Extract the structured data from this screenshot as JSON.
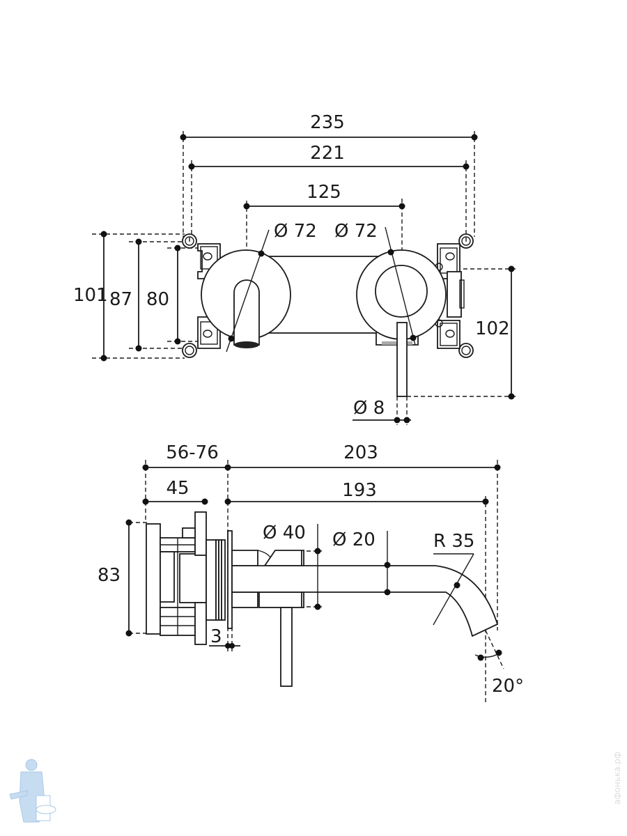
{
  "drawing": {
    "title": "Wall-mounted basin mixer dimension drawing",
    "top_view": {
      "dimensions": {
        "overall_width": "235",
        "mount_hole_spacing": "221",
        "center_distance": "125",
        "diameter_left_rosette": "Ø 72",
        "diameter_right_rosette": "Ø 72",
        "height_outer": "101",
        "height_middle": "87",
        "height_inner": "80",
        "lever_drop": "102",
        "lever_diameter": "Ø 8"
      }
    },
    "side_view": {
      "dimensions": {
        "wall_depth_range": "56-76",
        "total_projection": "203",
        "spout_projection": "193",
        "box_depth": "45",
        "box_height": "83",
        "plate_thickness": "3",
        "body_diameter": "Ø 40",
        "spout_diameter": "Ø 20",
        "spout_bend_radius": "R 35",
        "outlet_angle": "20°"
      }
    }
  },
  "watermark": {
    "logo": "plumber-mascot-logo",
    "text": "афонька.рф"
  },
  "colors": {
    "line": "#1a1a1a",
    "background": "#ffffff",
    "logo": "#b8d4ee"
  }
}
